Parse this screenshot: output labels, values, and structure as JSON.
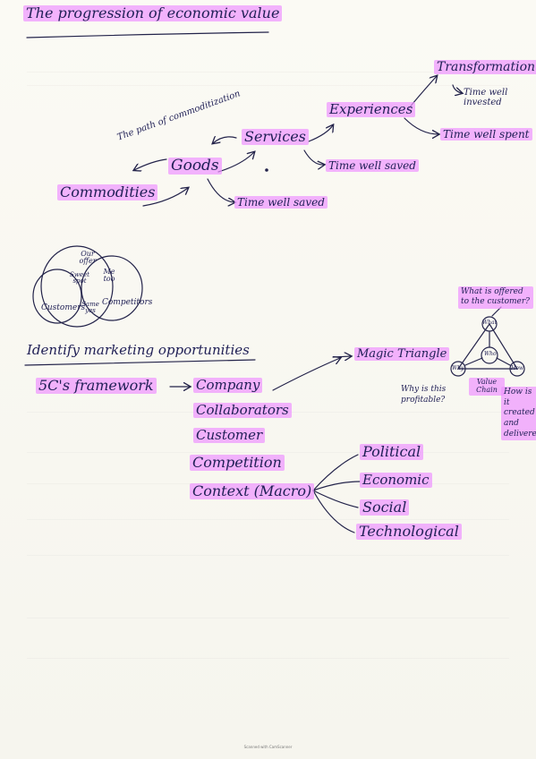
{
  "title": "The progression of economic value",
  "progression": {
    "commodities": "Commodities",
    "goods": "Goods",
    "services": "Services",
    "experiences": "Experiences",
    "transformations": "Transformation",
    "path_label": "The path of commoditization",
    "goods_note": "Time well saved",
    "services_note": "Time well saved",
    "experiences_note": "Time well spent",
    "transformation_note": "Time well invested"
  },
  "venn": {
    "our_offer": "Our offer",
    "customers": "Customers",
    "competitors": "Competitors",
    "sweet_spot": "Sweet spot",
    "me_too": "Me too",
    "same_yes": "Same yes"
  },
  "marketing": {
    "heading": "Identify marketing opportunities",
    "framework": "5C's framework",
    "items": [
      "Company",
      "Collaborators",
      "Customer",
      "Competition",
      "Context (Macro)"
    ],
    "magic_triangle": "Magic Triangle",
    "pest": [
      "Political",
      "Economic",
      "Social",
      "Technological"
    ]
  },
  "triangle": {
    "top_question": "What is offered to the customer?",
    "what": "What",
    "who": "Who",
    "why": "Why",
    "how": "How",
    "value_chain": "Value Chain",
    "why_question": "Why is this profitable?",
    "how_question": "How is it created and delivered?"
  },
  "footer": "Scanned with CamScanner"
}
